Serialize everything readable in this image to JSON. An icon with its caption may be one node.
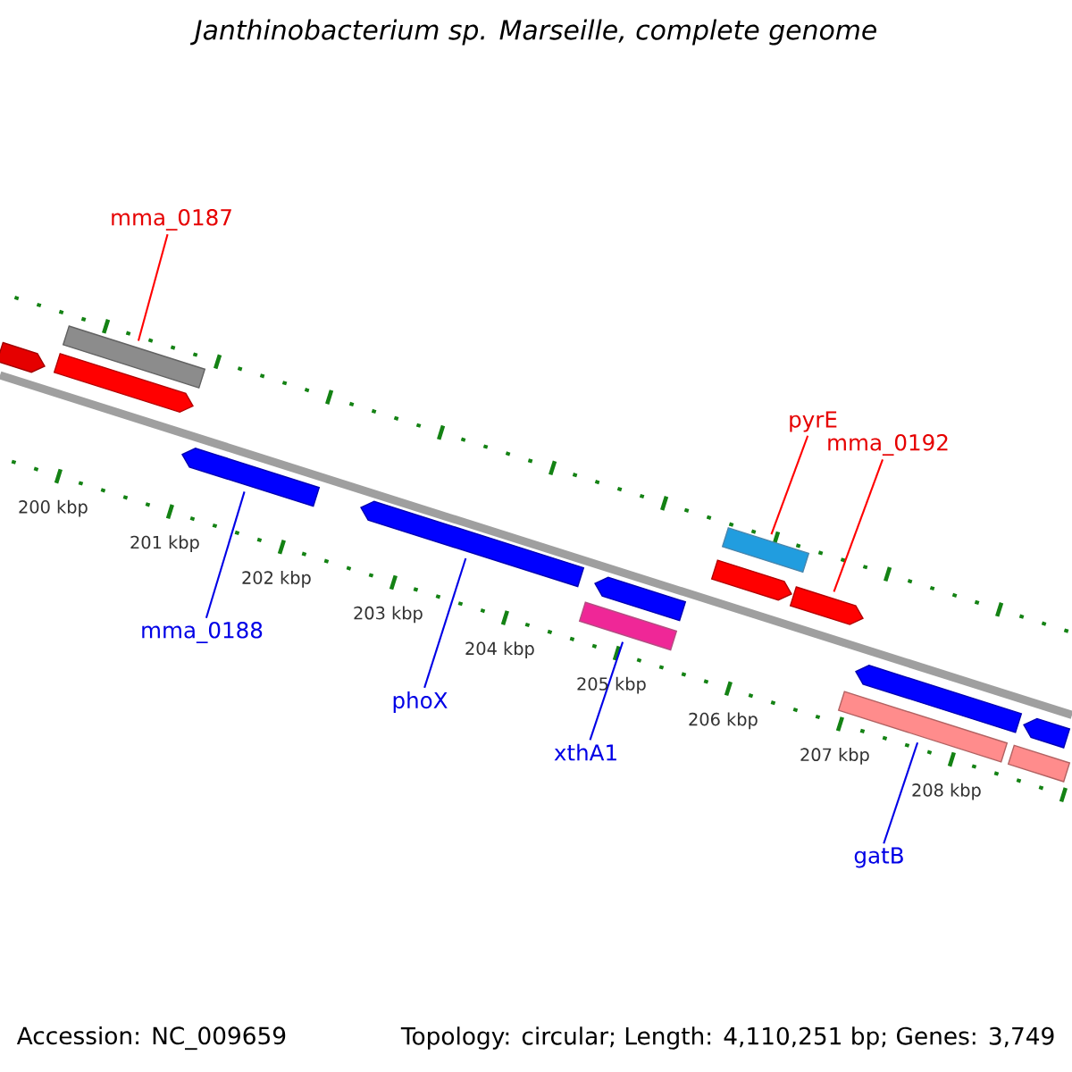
{
  "diagram": {
    "title": "Janthinobacterium sp. Marseille, complete genome",
    "nodes": [
      {
        "text": [
          "mma_0187"
        ]
      },
      {
        "text": [
          "mma_0188"
        ]
      },
      {
        "text": [
          "phoX"
        ]
      },
      {
        "text": [
          "xthA1"
        ]
      },
      {
        "text": [
          "pyrE"
        ]
      },
      {
        "text": [
          "mma_0192"
        ]
      },
      {
        "text": [
          "gatB"
        ]
      },
      {
        "text": [],
        "shape": "bar"
      },
      {
        "text": [],
        "shape": "bar"
      },
      {
        "text": [],
        "shape": "bar"
      },
      {
        "text": [],
        "shape": "bar"
      },
      {
        "text": [],
        "shape": "bar"
      },
      {
        "text": [],
        "shape": "bar"
      },
      {
        "text": [],
        "shape": "bar"
      },
      {
        "text": [],
        "shape": "bar"
      },
      {
        "text": [],
        "shape": "bar"
      },
      {
        "text": [],
        "shape": "bar"
      },
      {
        "text": [],
        "shape": "bar"
      },
      {
        "text": [],
        "shape": "bar"
      },
      {
        "text": [],
        "shape": "bar"
      },
      {
        "text": [],
        "shape": "bar"
      }
    ],
    "edges": [
      {
        "from": 0,
        "to": 9,
        "arrow": "none",
        "color": "#ff0000"
      },
      {
        "from": 1,
        "to": 10,
        "arrow": "none"
      },
      {
        "from": 2,
        "to": 11,
        "arrow": "none"
      },
      {
        "from": 3,
        "to": 12,
        "arrow": "none"
      },
      {
        "from": 4,
        "to": 15,
        "arrow": "none",
        "color": "#ff0000"
      },
      {
        "from": 5,
        "to": 16,
        "arrow": "none",
        "color": "#ff0000"
      },
      {
        "from": 6,
        "to": 17,
        "arrow": "none"
      }
    ],
    "labels": [
      "200 kbp",
      "201 kbp",
      "202 kbp",
      "203 kbp",
      "204 kbp",
      "205 kbp",
      "206 kbp",
      "207 kbp",
      "208 kbp",
      "Accession: NC_009659",
      "Topology: circular; Length: 4,110,251 bp; Genes: 3,749"
    ]
  }
}
